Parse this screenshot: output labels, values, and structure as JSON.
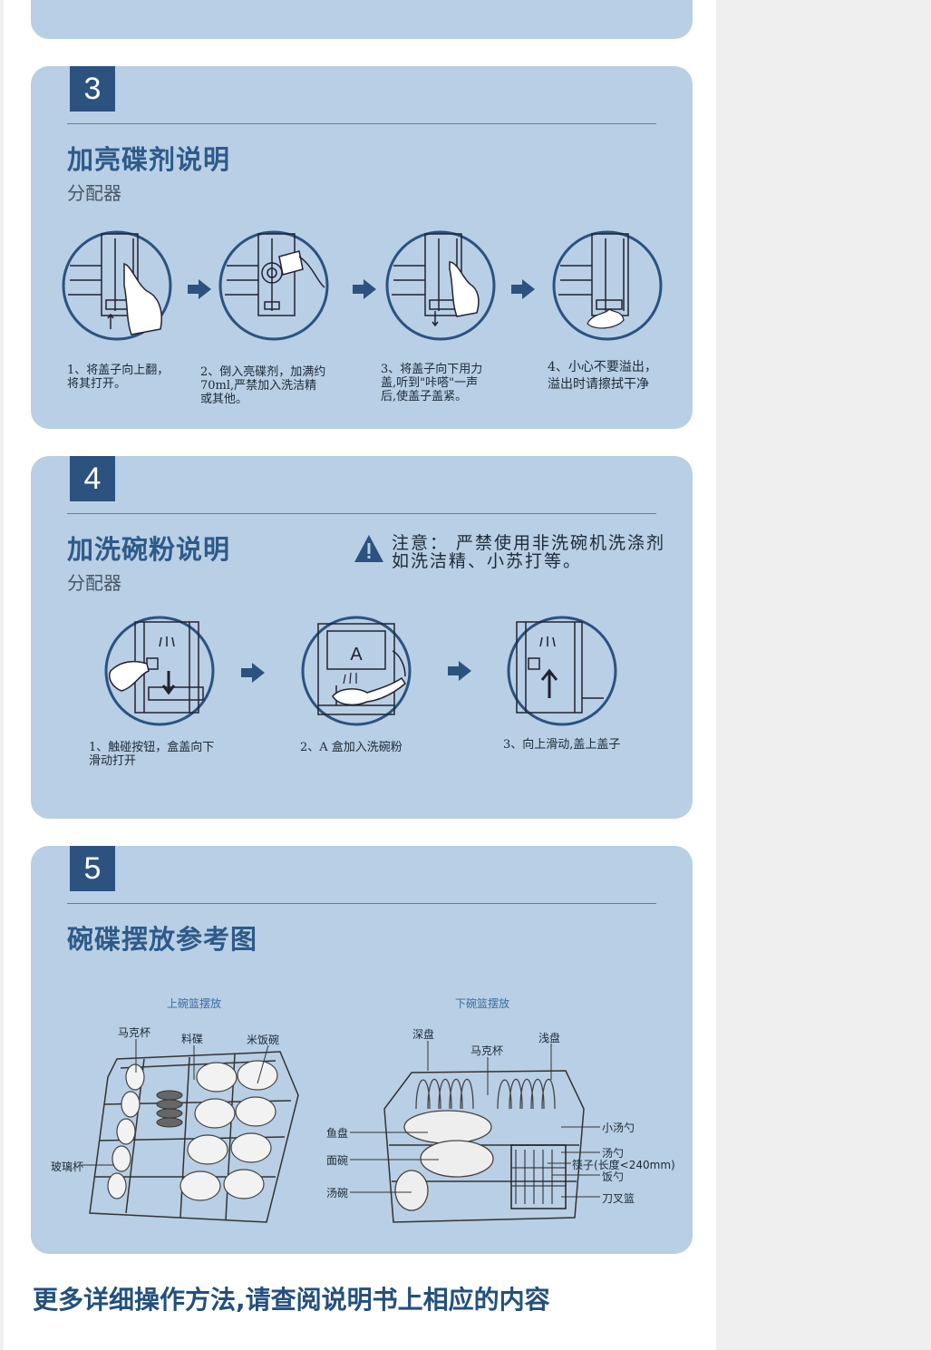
{
  "section3": {
    "number": "3",
    "title": "加亮碟剂说明",
    "subtitle": "分配器",
    "steps": [
      "1、将盖子向上翻，\n将其打开。",
      "2、倒入亮碟剂，加满约\n70ml,严禁加入洗洁精\n或其他。",
      "3、将盖子向下用力\n盖,听到\"咔嗒\"一声\n后,使盖子盖紧。",
      "4、小心不要溢出，\n溢出时请擦拭干净"
    ]
  },
  "section4": {
    "number": "4",
    "title": "加洗碗粉说明",
    "subtitle": "分配器",
    "warning": "注意：  严禁使用非洗碗机洗涤剂\n如洗洁精、小苏打等。",
    "box_letter": "A",
    "steps": [
      "1、触碰按钮，盒盖向下\n滑动打开",
      "2、A 盒加入洗碗粉",
      "3、向上滑动,盖上盖子"
    ]
  },
  "section5": {
    "number": "5",
    "title": "碗碟摆放参考图",
    "upper": {
      "title": "上碗篮摆放",
      "labels": {
        "mug": "马克杯",
        "saucer": "料碟",
        "rice_bowl": "米饭碗",
        "glass": "玻璃杯"
      }
    },
    "lower": {
      "title": "下碗篮摆放",
      "labels": {
        "deep_plate": "深盘",
        "mug": "马克杯",
        "shallow_plate": "浅盘",
        "fish_plate": "鱼盘",
        "noodle_bowl": "面碗",
        "soup_bowl": "汤碗",
        "small_spoon": "小汤勺",
        "soup_spoon": "汤勺",
        "chopsticks": "筷子(长度<240mm)",
        "rice_scoop": "饭勺",
        "cutlery_basket": "刀叉篮"
      }
    }
  },
  "footer": "更多详细操作方法,请查阅说明书上相应的内容",
  "colors": {
    "card": "#b8cfe5",
    "badge": "#2c527f",
    "title": "#2e5a89",
    "arrow": "#2c527f"
  }
}
